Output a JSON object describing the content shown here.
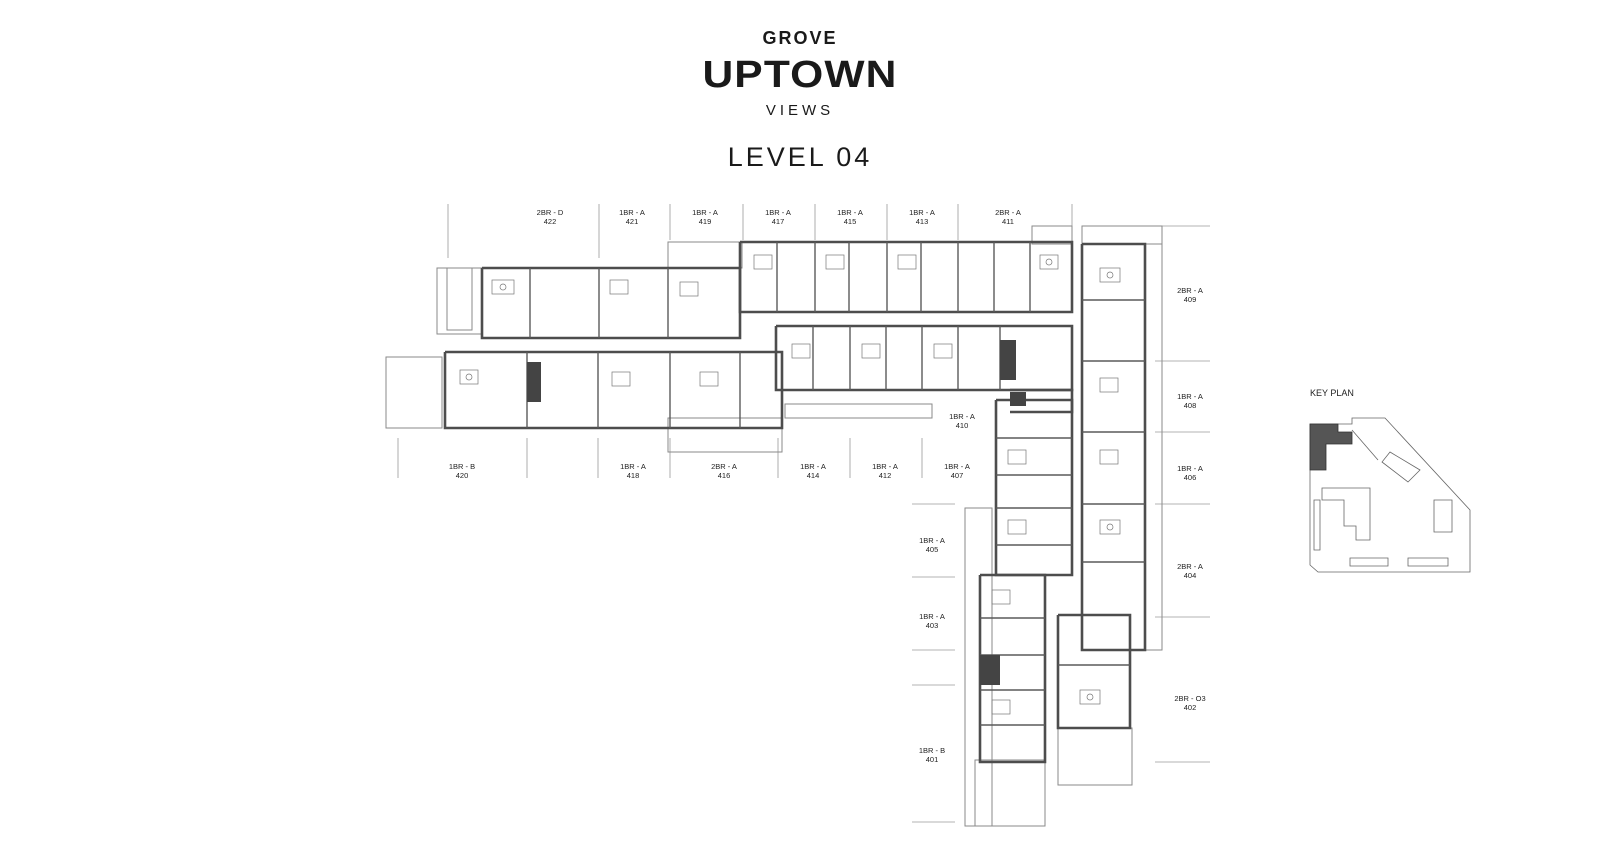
{
  "logo": {
    "line1": "GROVE",
    "line2": "UPTOWN",
    "line3": "VIEWS"
  },
  "level_title": "LEVEL 04",
  "key_plan_title": "KEY PLAN",
  "colors": {
    "wall": "#555555",
    "wall_dark": "#333333",
    "line_light": "#9a9a9a",
    "keyplan_highlight": "#555555"
  },
  "units_top": [
    {
      "type": "2BR - D",
      "number": "422"
    },
    {
      "type": "1BR - A",
      "number": "421"
    },
    {
      "type": "1BR - A",
      "number": "419"
    },
    {
      "type": "1BR - A",
      "number": "417"
    },
    {
      "type": "1BR - A",
      "number": "415"
    },
    {
      "type": "1BR - A",
      "number": "413"
    },
    {
      "type": "2BR - A",
      "number": "411"
    }
  ],
  "units_bottom": [
    {
      "type": "1BR - B",
      "number": "420"
    },
    {
      "type": "1BR - A",
      "number": "418"
    },
    {
      "type": "2BR - A",
      "number": "416"
    },
    {
      "type": "1BR - A",
      "number": "414"
    },
    {
      "type": "1BR - A",
      "number": "412"
    },
    {
      "type": "1BR - A",
      "number": "407"
    }
  ],
  "unit_inner": {
    "type": "1BR - A",
    "number": "410"
  },
  "units_left": [
    {
      "type": "1BR - A",
      "number": "405"
    },
    {
      "type": "1BR - A",
      "number": "403"
    },
    {
      "type": "1BR - B",
      "number": "401"
    }
  ],
  "units_right": [
    {
      "type": "2BR - A",
      "number": "409"
    },
    {
      "type": "1BR - A",
      "number": "408"
    },
    {
      "type": "1BR - A",
      "number": "406"
    },
    {
      "type": "2BR - A",
      "number": "404"
    },
    {
      "type": "2BR - O3",
      "number": "402"
    }
  ]
}
